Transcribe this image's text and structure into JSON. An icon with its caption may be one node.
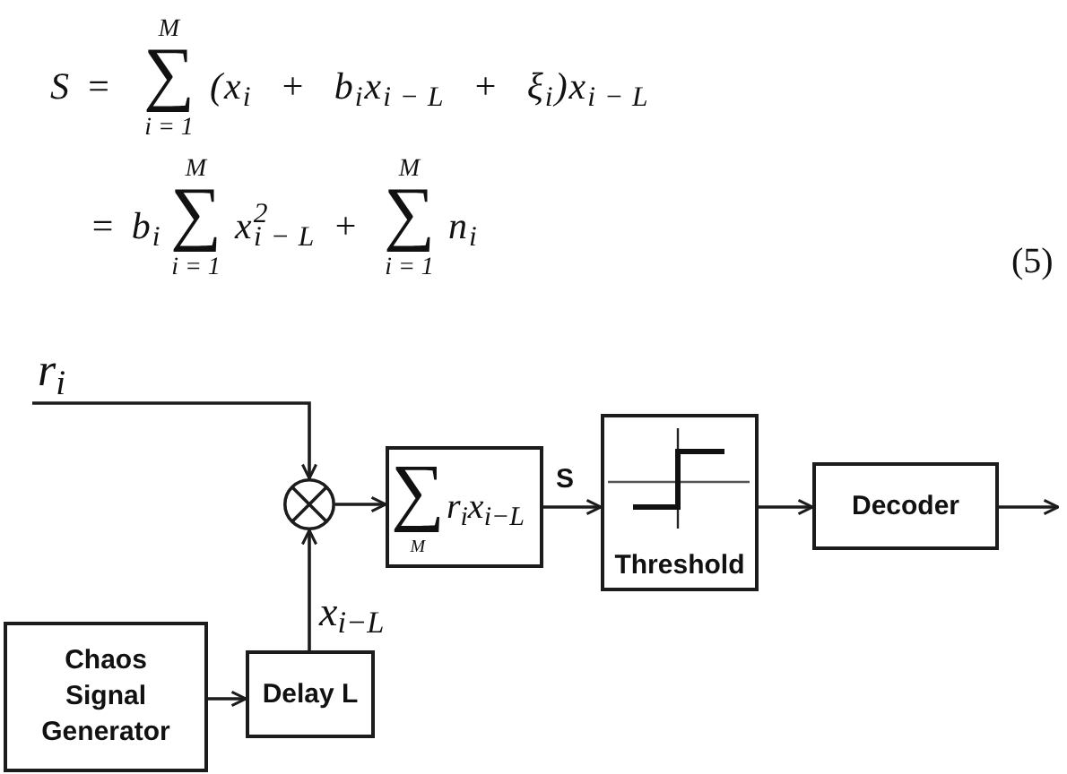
{
  "diagram": {
    "nodes": [
      {
        "text": [],
        "shape": "circle"
      },
      {
        "text": [
          "∑",
          "M",
          "r$_{i}$x$_{i−L}$"
        ]
      },
      {
        "text": [
          "Threshold"
        ]
      },
      {
        "text": [
          "Decoder"
        ]
      },
      {
        "text": [
          "Chaos Signal Generator"
        ]
      },
      {
        "text": [
          "Delay L"
        ]
      }
    ],
    "edges": [
      {
        "from": null,
        "to": 0,
        "arrow": "to",
        "label": "r$_{i}$"
      },
      {
        "from": 0,
        "to": 1,
        "arrow": "to"
      },
      {
        "from": 1,
        "to": 2,
        "arrow": "to",
        "label": "S"
      },
      {
        "from": 2,
        "to": 3,
        "arrow": "to"
      },
      {
        "from": 3,
        "to": null,
        "arrow": "to"
      },
      {
        "from": 4,
        "to": 5,
        "arrow": "to"
      },
      {
        "from": 5,
        "to": 0,
        "arrow": "to",
        "label": "x$_{i−L}$"
      }
    ],
    "labels": [
      "S =",
      "M",
      "∑",
      "i = 1",
      "(x$_{i}$ + b$_{i}$x$_{i − L}$ + ξ$_{i}$)x$_{i − L}$",
      "= b$_{i}$",
      "M",
      "∑",
      "i = 1",
      "x$^{2}$$_{i − L}$ +",
      "M",
      "∑",
      "i = 1",
      "n$_{i}$",
      "(5)"
    ]
  }
}
